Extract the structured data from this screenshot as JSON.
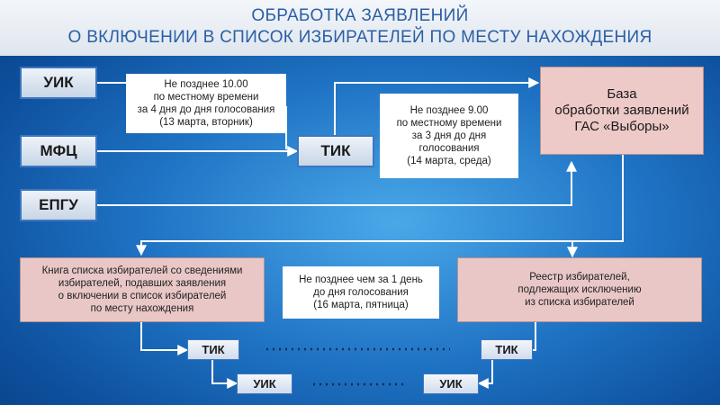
{
  "header": {
    "line1": "ОБРАБОТКА ЗАЯВЛЕНИЙ",
    "line2": "О ВКЛЮЧЕНИИ В СПИСОК ИЗБИРАТЕЛЕЙ ПО МЕСТУ НАХОЖДЕНИЯ"
  },
  "sources": {
    "uik": "УИК",
    "mfc": "МФЦ",
    "epgu": "ЕПГУ"
  },
  "tik_main": "ТИК",
  "notes": {
    "note1": [
      "Не позднее 10.00",
      "по местному времени",
      "за 4 дня до дня голосования",
      "(13 марта, вторник)"
    ],
    "note2": [
      "Не позднее  9.00",
      "по местному времени",
      "за 3 дня до дня",
      "голосования",
      "(14 марта, среда)"
    ],
    "note3": [
      "Не позднее чем за 1 день",
      "до дня голосования",
      "(16 марта, пятница)"
    ]
  },
  "database": [
    "База",
    "обработки заявлений",
    "ГАС «Выборы»"
  ],
  "book": [
    "Книга списка избирателей со сведениями",
    "избирателей, подавших заявления",
    "о включении в список избирателей",
    "по месту нахождения"
  ],
  "registry": [
    "Реестр избирателей,",
    "подлежащих  исключению",
    "из списка избирателей"
  ],
  "bottom": {
    "tik_left": "ТИК",
    "tik_right": "ТИК",
    "uik_left": "УИК",
    "uik_right": "УИК"
  }
}
